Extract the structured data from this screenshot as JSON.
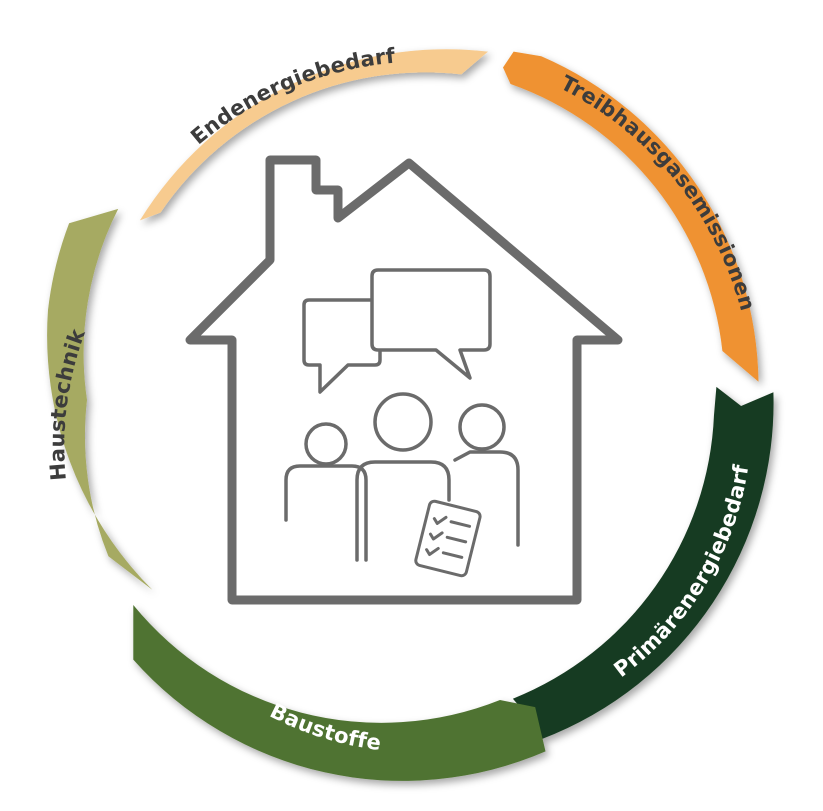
{
  "cycle": {
    "segments": [
      {
        "key": "endenergie",
        "label": "Endenergiebedarf",
        "color": "#f7cb8f",
        "text_color": "#3c3c3c"
      },
      {
        "key": "treibhaus",
        "label": "Treibhausgasemissionen",
        "color": "#ef9232",
        "text_color": "#3c3c3c"
      },
      {
        "key": "primaer",
        "label": "Primärenergiebedarf",
        "color": "#173b20",
        "text_color": "#ffffff"
      },
      {
        "key": "baustoffe",
        "label": "Baustoffe",
        "color": "#4f7330",
        "text_color": "#ffffff"
      },
      {
        "key": "haustechnik",
        "label": "Haustechnik",
        "color": "#a6aa62",
        "text_color": "#3c3c3c"
      }
    ]
  },
  "center_icon": {
    "house": "house-outline-icon",
    "speech": "speech-bubbles-icon",
    "people": "people-group-icon",
    "checklist": "checklist-icon",
    "stroke_color": "#6b6b6b"
  }
}
